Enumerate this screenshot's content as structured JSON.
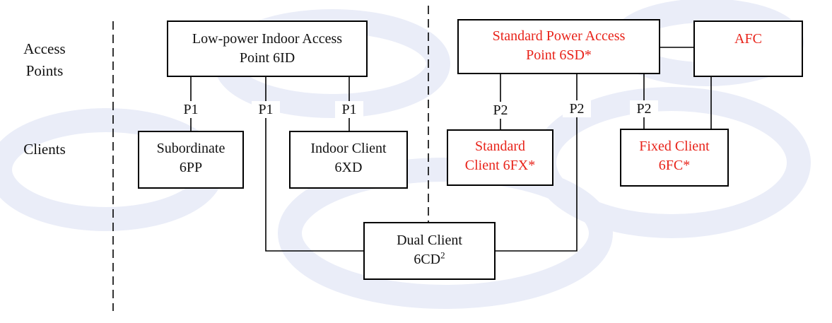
{
  "row_labels": {
    "access_points": [
      "Access",
      "Points"
    ],
    "clients": "Clients"
  },
  "boxes": {
    "low_power_ap": [
      "Low-power Indoor Access",
      "Point 6ID"
    ],
    "standard_power_ap": [
      "Standard Power Access",
      "Point 6SD*"
    ],
    "afc": "AFC",
    "subordinate": [
      "Subordinate",
      "6PP"
    ],
    "indoor_client": [
      "Indoor Client",
      "6XD"
    ],
    "standard_client": [
      "Standard",
      "Client 6FX*"
    ],
    "fixed_client": [
      "Fixed Client",
      "6FC*"
    ],
    "dual_client": [
      "Dual Client",
      "6CD"
    ],
    "dual_client_sup": "2"
  },
  "protocol_labels": {
    "p1": "P1",
    "p2": "P2"
  },
  "colors": {
    "standard_text": "#111111",
    "highlight_text": "#e8231a",
    "lines": "#000000",
    "watermark": "#e8ecf8"
  }
}
